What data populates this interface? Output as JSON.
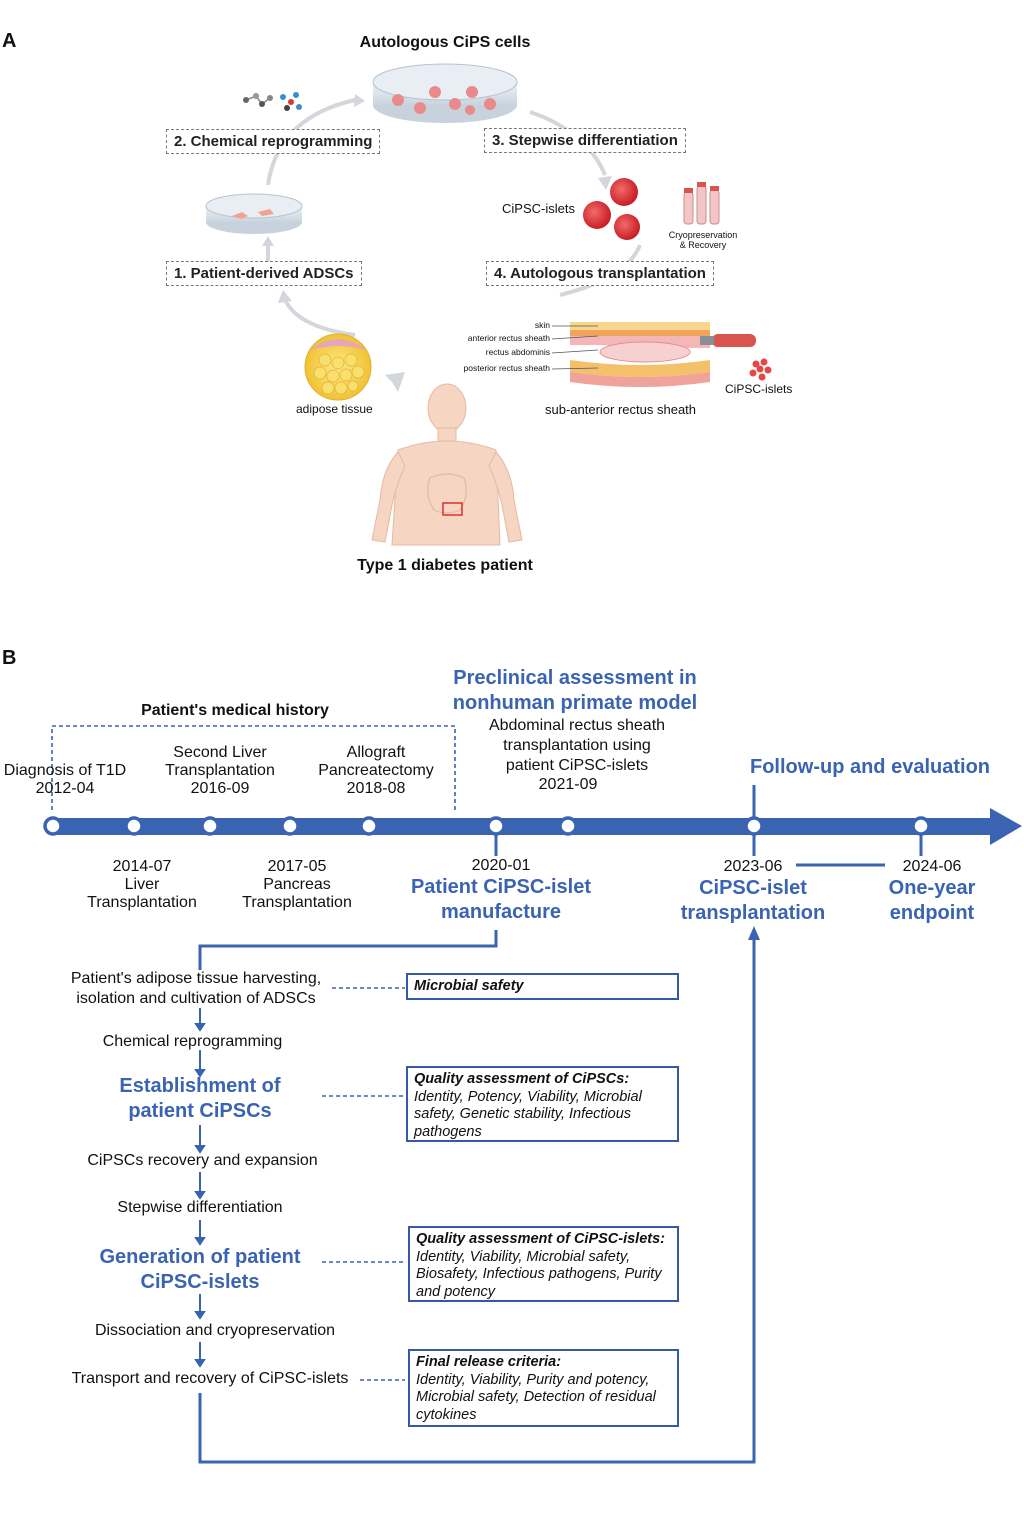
{
  "panelA": {
    "letter": "A",
    "title": "Autologous CiPS cells",
    "steps": {
      "s1": "1. Patient-derived ADSCs",
      "s2": "2. Chemical reprogramming",
      "s3": "3. Stepwise differentiation",
      "s4": "4. Autologous transplantation"
    },
    "labels": {
      "islets": "CiPSC-islets",
      "cryo1": "Cryopreservation",
      "cryo2": "& Recovery",
      "adipose": "adipose tissue",
      "skin": "skin",
      "ant_sheath": "anterior rectus sheath",
      "rectus": "rectus abdominis",
      "post_sheath": "posterior rectus sheath",
      "islets2": "CiPSC-islets",
      "site": "sub-anterior rectus sheath",
      "patient": "Type 1 diabetes patient"
    }
  },
  "panelB": {
    "letter": "B",
    "history_title": "Patient's medical history",
    "preclinical_title": "Preclinical assessment in nonhuman primate model",
    "preclinical_text": "Abdominal rectus sheath transplantation using patient CiPSC-islets",
    "preclinical_date": "2021-09",
    "followup": "Follow-up and evaluation",
    "events_top": [
      {
        "label": "Diagnosis of T1D",
        "date": "2012-04"
      },
      {
        "label": "Second Liver Transplantation",
        "date": "2016-09"
      },
      {
        "label": "Allograft Pancreatectomy",
        "date": "2018-08"
      }
    ],
    "events_bottom": [
      {
        "date": "2014-07",
        "label": "Liver Transplantation"
      },
      {
        "date": "2017-05",
        "label": "Pancreas Transplantation"
      },
      {
        "date": "2020-01",
        "label": "Patient CiPSC-islet manufacture"
      },
      {
        "date": "2023-06",
        "label": "CiPSC-islet transplantation"
      },
      {
        "date": "2024-06",
        "label": "One-year endpoint"
      }
    ],
    "flow": {
      "f1": "Patient's adipose tissue harvesting, isolation and cultivation of ADSCs",
      "f2": "Chemical reprogramming",
      "f3": "Establishment of patient CiPSCs",
      "f4": "CiPSCs recovery and expansion",
      "f5": "Stepwise differentiation",
      "f6": "Generation of patient CiPSC-islets",
      "f7": "Dissociation and cryopreservation",
      "f8": "Transport and recovery of CiPSC-islets"
    },
    "qa": {
      "microbial": "Microbial safety",
      "cipsc_title": "Quality assessment of CiPSCs:",
      "cipsc_body": "Identity, Potency, Viability, Microbial safety, Genetic stability, Infectious pathogens",
      "islet_title": "Quality assessment of CiPSC-islets:",
      "islet_body": "Identity, Viability, Microbial safety, Biosafety, Infectious pathogens, Purity and potency",
      "release_title": "Final release criteria:",
      "release_body": "Identity, Viability, Purity and potency, Microbial safety, Detection of residual cytokines"
    },
    "colors": {
      "timeline": "#3a63b2",
      "accent_text": "#3a63b2",
      "box_border": "#3559a8"
    }
  }
}
